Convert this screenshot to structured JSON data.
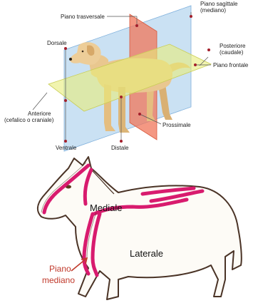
{
  "dog_diagram": {
    "labels": {
      "piano_trasversale": "Piano trasversale",
      "piano_sagittale_line1": "Piano sagittale",
      "piano_sagittale_line2": "(mediano)",
      "dorsale": "Dorsale",
      "posteriore_line1": "Posteriore",
      "posteriore_line2": "(caudale)",
      "piano_frontale": "Piano frontale",
      "anteriore_line1": "Anteriore",
      "anteriore_line2": "(cefalico o craniale)",
      "prossimale": "Prossimale",
      "ventrale": "Ventrale",
      "distale": "Distale"
    },
    "colors": {
      "sagittal_plane": "#9fc8ea",
      "transverse_plane": "#f0765a",
      "frontal_plane": "#e8ec7a",
      "dog_body": "#e9c78f",
      "callout_line": "#555555",
      "callout_dot": "#a31f2b"
    }
  },
  "horse_diagram": {
    "labels": {
      "mediale": "Mediale",
      "laterale": "Laterale",
      "piano_line1": "Piano",
      "piano_line2": "mediano"
    },
    "colors": {
      "stripe": "#d81b6e",
      "outline": "#4a3326",
      "label_red": "#c0392b"
    }
  }
}
